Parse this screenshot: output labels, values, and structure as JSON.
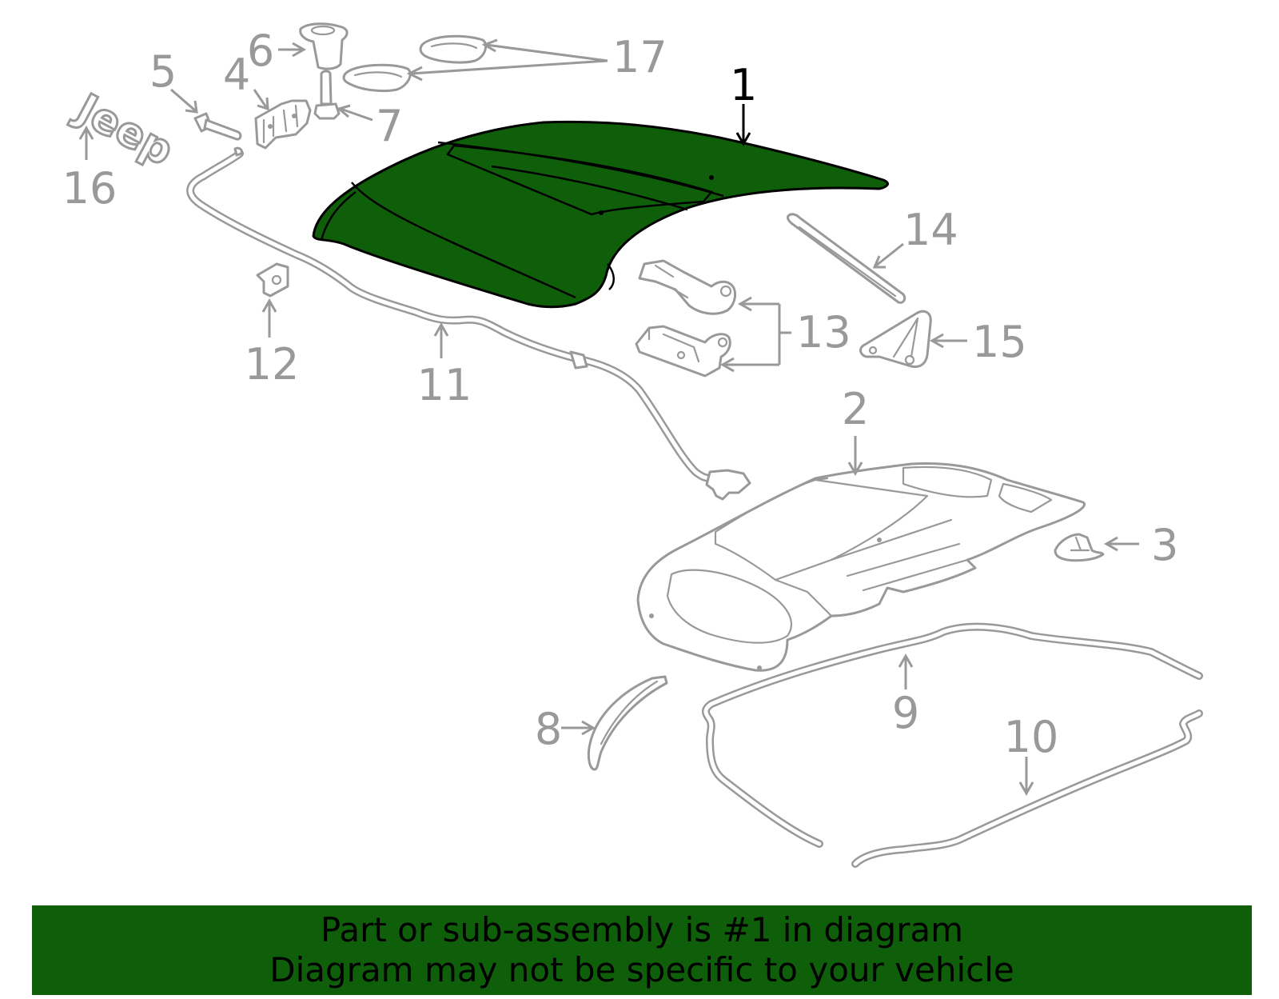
{
  "diagram": {
    "callouts": [
      {
        "id": "c1",
        "label": "1",
        "highlight": true
      },
      {
        "id": "c2",
        "label": "2"
      },
      {
        "id": "c3",
        "label": "3"
      },
      {
        "id": "c4",
        "label": "4"
      },
      {
        "id": "c5",
        "label": "5"
      },
      {
        "id": "c6",
        "label": "6"
      },
      {
        "id": "c7",
        "label": "7"
      },
      {
        "id": "c8",
        "label": "8"
      },
      {
        "id": "c9",
        "label": "9"
      },
      {
        "id": "c10",
        "label": "10"
      },
      {
        "id": "c11",
        "label": "11"
      },
      {
        "id": "c12",
        "label": "12"
      },
      {
        "id": "c13",
        "label": "13"
      },
      {
        "id": "c14",
        "label": "14"
      },
      {
        "id": "c15",
        "label": "15"
      },
      {
        "id": "c16",
        "label": "16"
      },
      {
        "id": "c17",
        "label": "17"
      }
    ],
    "emblem_text": "Jeep",
    "colors": {
      "highlight": "#0f5f0a",
      "parts": "#999999",
      "outline": "#000000"
    }
  },
  "banner": {
    "line1": "Part or sub-assembly is #1 in diagram",
    "line2": "Diagram may not be specific to your vehicle"
  }
}
